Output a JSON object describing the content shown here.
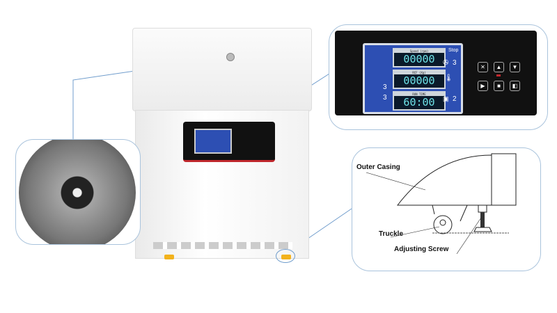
{
  "display": {
    "rows": [
      {
        "label": "Speed (rpm)",
        "value": "00000"
      },
      {
        "label": "RCF (Xg)",
        "value": "00000"
      },
      {
        "label": "RUN TIME",
        "value": "60:00"
      }
    ],
    "status": "Stop",
    "left_indicators": [
      "3",
      "3"
    ],
    "right_indicators": [
      "3",
      "2"
    ]
  },
  "diagram": {
    "outer_casing": "Outer Casing",
    "truckle": "Truckle",
    "adjusting_screw": "Adjusting Screw"
  },
  "colors": {
    "lcd": "#2d4fb3",
    "panel": "#111111",
    "callout_border": "#a9c3dc",
    "accent_red": "#c0282d"
  }
}
